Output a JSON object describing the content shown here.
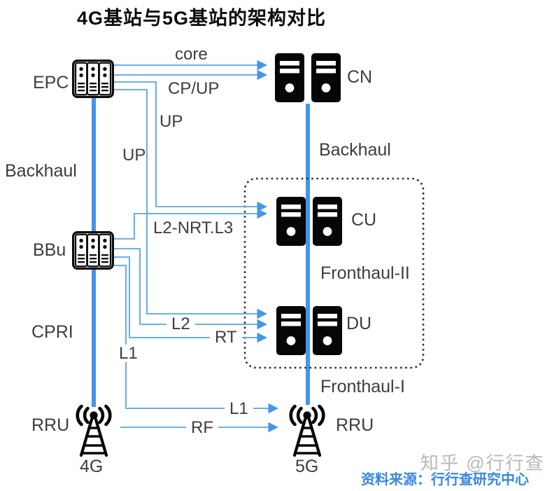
{
  "title": "4G基站与5G基站的架构对比",
  "colors": {
    "thick_line_blue": "#4195ec",
    "thin_line_blue": "#57a4ea",
    "arrow_blue": "#4496ec",
    "label_gray": "#3d3d3d",
    "icon_black": "#060606",
    "source_blue": "#3687e2"
  },
  "left_column": {
    "epc_label": "EPC",
    "backhaul_label": "Backhaul",
    "bbu_label": "BBu",
    "cpri_label": "CPRI",
    "rru_label": "RRU",
    "generation_label": "4G"
  },
  "right_column": {
    "cn_label": "CN",
    "backhaul_label": "Backhaul",
    "cu_label": "CU",
    "fronthaul2_label": "Fronthaul-II",
    "du_label": "DU",
    "fronthaul1_label": "Fronthaul-I",
    "rru_label": "RRU",
    "generation_label": "5G"
  },
  "links": {
    "core": "core",
    "cp_up": "CP/UP",
    "up_to_cu": "UP",
    "up_to_du": "UP",
    "l2_nrt_l3": "L2-NRT.L3",
    "l2": "L2",
    "rt": "RT",
    "l1_vertical": "L1",
    "l1_horizontal": "L1",
    "rf": "RF"
  },
  "footer": {
    "watermark": "知乎 @行行查",
    "source": "资料来源：行行查研究中心"
  }
}
